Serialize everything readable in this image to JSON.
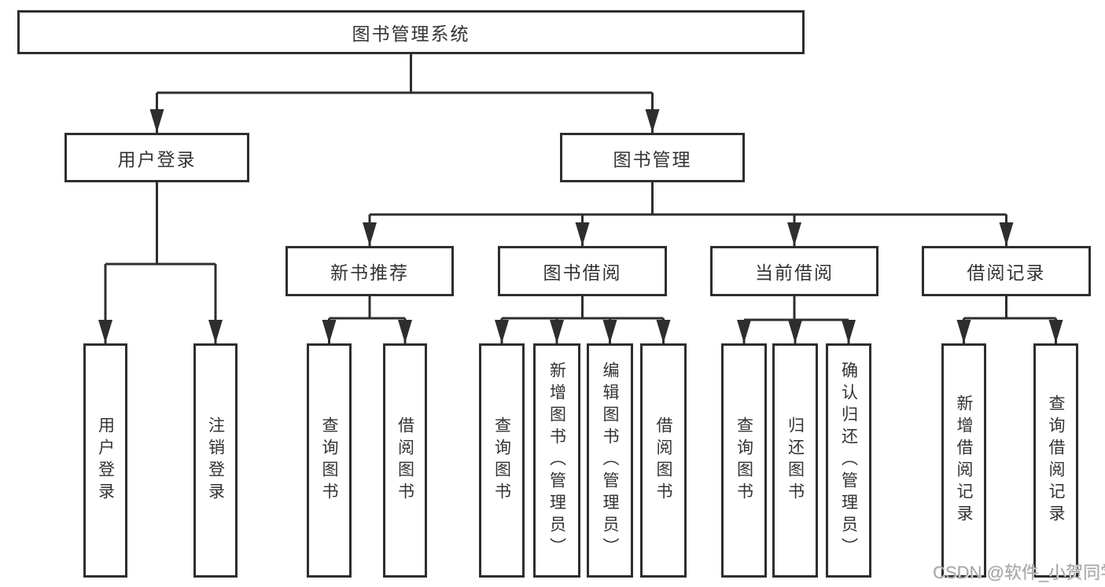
{
  "diagram": {
    "root": {
      "label": "图书管理系统"
    },
    "level2": [
      {
        "label": "用户登录",
        "children": [
          {
            "label": "用户登录"
          },
          {
            "label": "注销登录"
          }
        ]
      },
      {
        "label": "图书管理",
        "children": [
          {
            "label": "新书推荐",
            "children": [
              {
                "label": "查询图书"
              },
              {
                "label": "借阅图书"
              }
            ]
          },
          {
            "label": "图书借阅",
            "children": [
              {
                "label": "查询图书"
              },
              {
                "label": "新增图书（管理员）"
              },
              {
                "label": "编辑图书（管理员）"
              },
              {
                "label": "借阅图书"
              }
            ]
          },
          {
            "label": "当前借阅",
            "children": [
              {
                "label": "查询图书"
              },
              {
                "label": "归还图书"
              },
              {
                "label": "确认归还（管理员）"
              }
            ]
          },
          {
            "label": "借阅记录",
            "children": [
              {
                "label": "新增借阅记录"
              },
              {
                "label": "查询借阅记录"
              }
            ]
          }
        ]
      }
    ]
  },
  "watermark": {
    "text": "CSDN @软件_小贺同学"
  },
  "colors": {
    "line": "#2e2e2e",
    "border": "#2e2e2e",
    "text": "#333333",
    "background": "#ffffff",
    "watermark": "#a6a6a6"
  }
}
